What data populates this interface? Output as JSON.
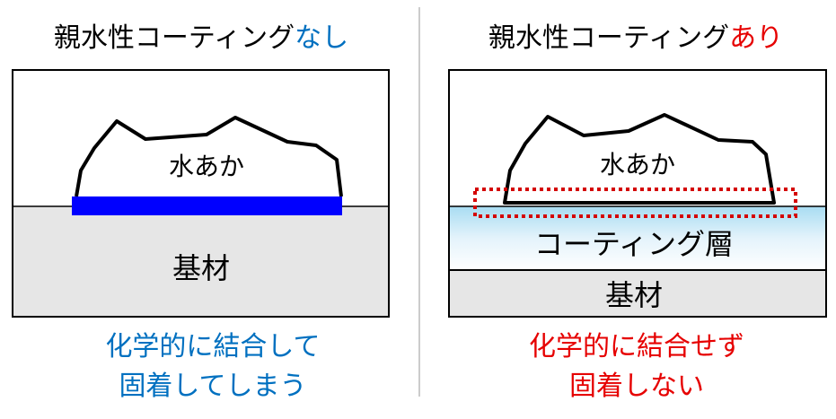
{
  "left": {
    "title_main": "親水性コーティング",
    "title_accent": "なし",
    "scale_label": "水あか",
    "substrate_label": "基材",
    "caption_line1": "化学的に結合して",
    "caption_line2": "固着してしまう",
    "accent_color": "#0070c0",
    "bond_color": "#0000ff"
  },
  "right": {
    "title_main": "親水性コーティング",
    "title_accent": "あり",
    "scale_label": "水あか",
    "coating_label": "コーティング層",
    "substrate_label": "基材",
    "caption_line1": "化学的に結合せず",
    "caption_line2": "固着しない",
    "accent_color": "#e60000"
  }
}
